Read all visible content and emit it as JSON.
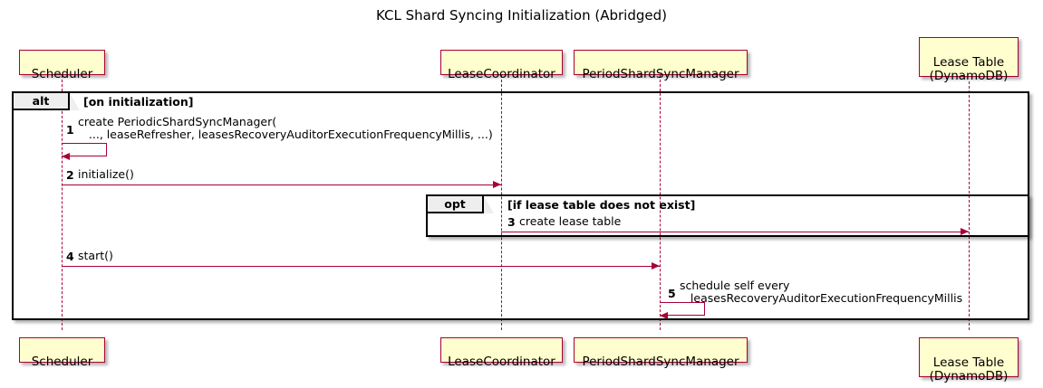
{
  "diagram": {
    "title": "KCL Shard Syncing Initialization (Abridged)",
    "type": "sequence-diagram",
    "colors": {
      "participant_fill": "#FEFECE",
      "participant_border": "#A80036",
      "arrow": "#A80036",
      "fragment_border": "#000000",
      "fragment_tab_fill": "#EEEEEE"
    }
  },
  "participants": [
    {
      "id": "scheduler",
      "label": "Scheduler"
    },
    {
      "id": "leasecoordinator",
      "label": "LeaseCoordinator"
    },
    {
      "id": "periodshardsyncmanager",
      "label": "PeriodShardSyncManager"
    },
    {
      "id": "leasetable",
      "label": "Lease Table\n(DynamoDB)"
    }
  ],
  "fragments": [
    {
      "id": "alt",
      "keyword": "alt",
      "condition": "[on initialization]"
    },
    {
      "id": "opt",
      "keyword": "opt",
      "condition": "[if lease table does not exist]"
    }
  ],
  "messages": [
    {
      "number": "1",
      "from": "scheduler",
      "to": "scheduler",
      "self": true,
      "line1": "create PeriodicShardSyncManager(",
      "line2": "   ..., leaseRefresher, leasesRecoveryAuditorExecutionFrequencyMillis, ...)"
    },
    {
      "number": "2",
      "from": "scheduler",
      "to": "leasecoordinator",
      "self": false,
      "line1": "initialize()",
      "line2": ""
    },
    {
      "number": "3",
      "from": "leasecoordinator",
      "to": "leasetable",
      "self": false,
      "line1": "create lease table",
      "line2": ""
    },
    {
      "number": "4",
      "from": "scheduler",
      "to": "periodshardsyncmanager",
      "self": false,
      "line1": "start()",
      "line2": ""
    },
    {
      "number": "5",
      "from": "periodshardsyncmanager",
      "to": "periodshardsyncmanager",
      "self": true,
      "line1": "schedule self every",
      "line2": "   leasesRecoveryAuditorExecutionFrequencyMillis"
    }
  ]
}
